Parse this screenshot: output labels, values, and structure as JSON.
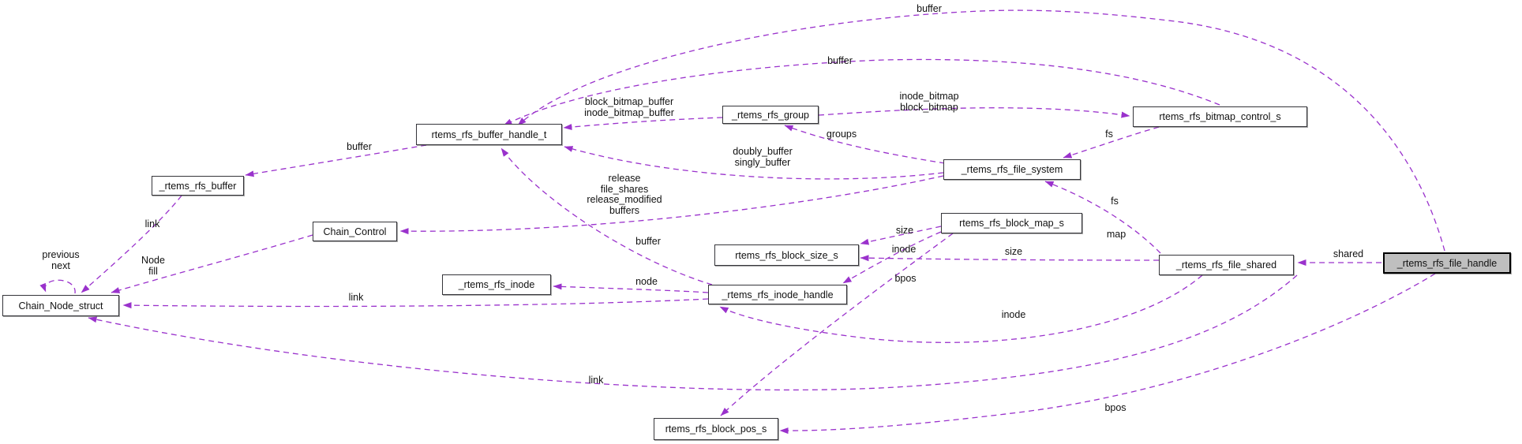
{
  "diagram": {
    "kind": "collaboration-graph",
    "accent_color": "#9a32cc",
    "highlight_fill": "#bfbfbf",
    "nodes": [
      {
        "id": "chain-node-struct",
        "label": "Chain_Node_struct",
        "highlighted": false
      },
      {
        "id": "rtems-rfs-buffer",
        "label": "_rtems_rfs_buffer",
        "highlighted": false
      },
      {
        "id": "chain-control",
        "label": "Chain_Control",
        "highlighted": false
      },
      {
        "id": "rtems-rfs-inode",
        "label": "_rtems_rfs_inode",
        "highlighted": false
      },
      {
        "id": "rtems-rfs-buffer-handle-t",
        "label": "rtems_rfs_buffer_handle_t",
        "highlighted": false
      },
      {
        "id": "rtems-rfs-group",
        "label": "_rtems_rfs_group",
        "highlighted": false
      },
      {
        "id": "rtems-rfs-file-system",
        "label": "_rtems_rfs_file_system",
        "highlighted": false
      },
      {
        "id": "rtems-rfs-bitmap-control-s",
        "label": "rtems_rfs_bitmap_control_s",
        "highlighted": false
      },
      {
        "id": "rtems-rfs-block-map-s",
        "label": "rtems_rfs_block_map_s",
        "highlighted": false
      },
      {
        "id": "rtems-rfs-block-size-s",
        "label": "rtems_rfs_block_size_s",
        "highlighted": false
      },
      {
        "id": "rtems-rfs-inode-handle",
        "label": "_rtems_rfs_inode_handle",
        "highlighted": false
      },
      {
        "id": "rtems-rfs-file-shared",
        "label": "_rtems_rfs_file_shared",
        "highlighted": false
      },
      {
        "id": "rtems-rfs-file-handle",
        "label": "_rtems_rfs_file_handle",
        "highlighted": true
      },
      {
        "id": "rtems-rfs-block-pos-s",
        "label": "rtems_rfs_block_pos_s",
        "highlighted": false
      }
    ],
    "edge_labels": [
      {
        "id": "buffer-top",
        "text": "buffer"
      },
      {
        "id": "buffer-bitmap",
        "text": "buffer"
      },
      {
        "id": "inode-block-bitmap",
        "text": "inode_bitmap\nblock_bitmap"
      },
      {
        "id": "bitmap-buffers",
        "text": "block_bitmap_buffer\ninode_bitmap_buffer"
      },
      {
        "id": "fs-1",
        "text": "fs"
      },
      {
        "id": "groups",
        "text": "groups"
      },
      {
        "id": "doubly-singly-buffer",
        "text": "doubly_buffer\nsingly_buffer"
      },
      {
        "id": "buffer-to-rfs-buffer",
        "text": "buffer"
      },
      {
        "id": "release-chains",
        "text": "release\nfile_shares\nrelease_modified\nbuffers"
      },
      {
        "id": "link-1",
        "text": "link"
      },
      {
        "id": "node-fill",
        "text": "Node\nfill"
      },
      {
        "id": "previous-next",
        "text": "previous\nnext"
      },
      {
        "id": "size-1",
        "text": "size"
      },
      {
        "id": "fs-2",
        "text": "fs"
      },
      {
        "id": "map",
        "text": "map"
      },
      {
        "id": "size-2",
        "text": "size"
      },
      {
        "id": "inode-1",
        "text": "inode"
      },
      {
        "id": "buffer-inode-handle",
        "text": "buffer"
      },
      {
        "id": "node",
        "text": "node"
      },
      {
        "id": "bpos-1",
        "text": "bpos"
      },
      {
        "id": "link-2",
        "text": "link"
      },
      {
        "id": "inode-2",
        "text": "inode"
      },
      {
        "id": "link-3",
        "text": "link"
      },
      {
        "id": "bpos-2",
        "text": "bpos"
      },
      {
        "id": "shared",
        "text": "shared"
      }
    ]
  }
}
